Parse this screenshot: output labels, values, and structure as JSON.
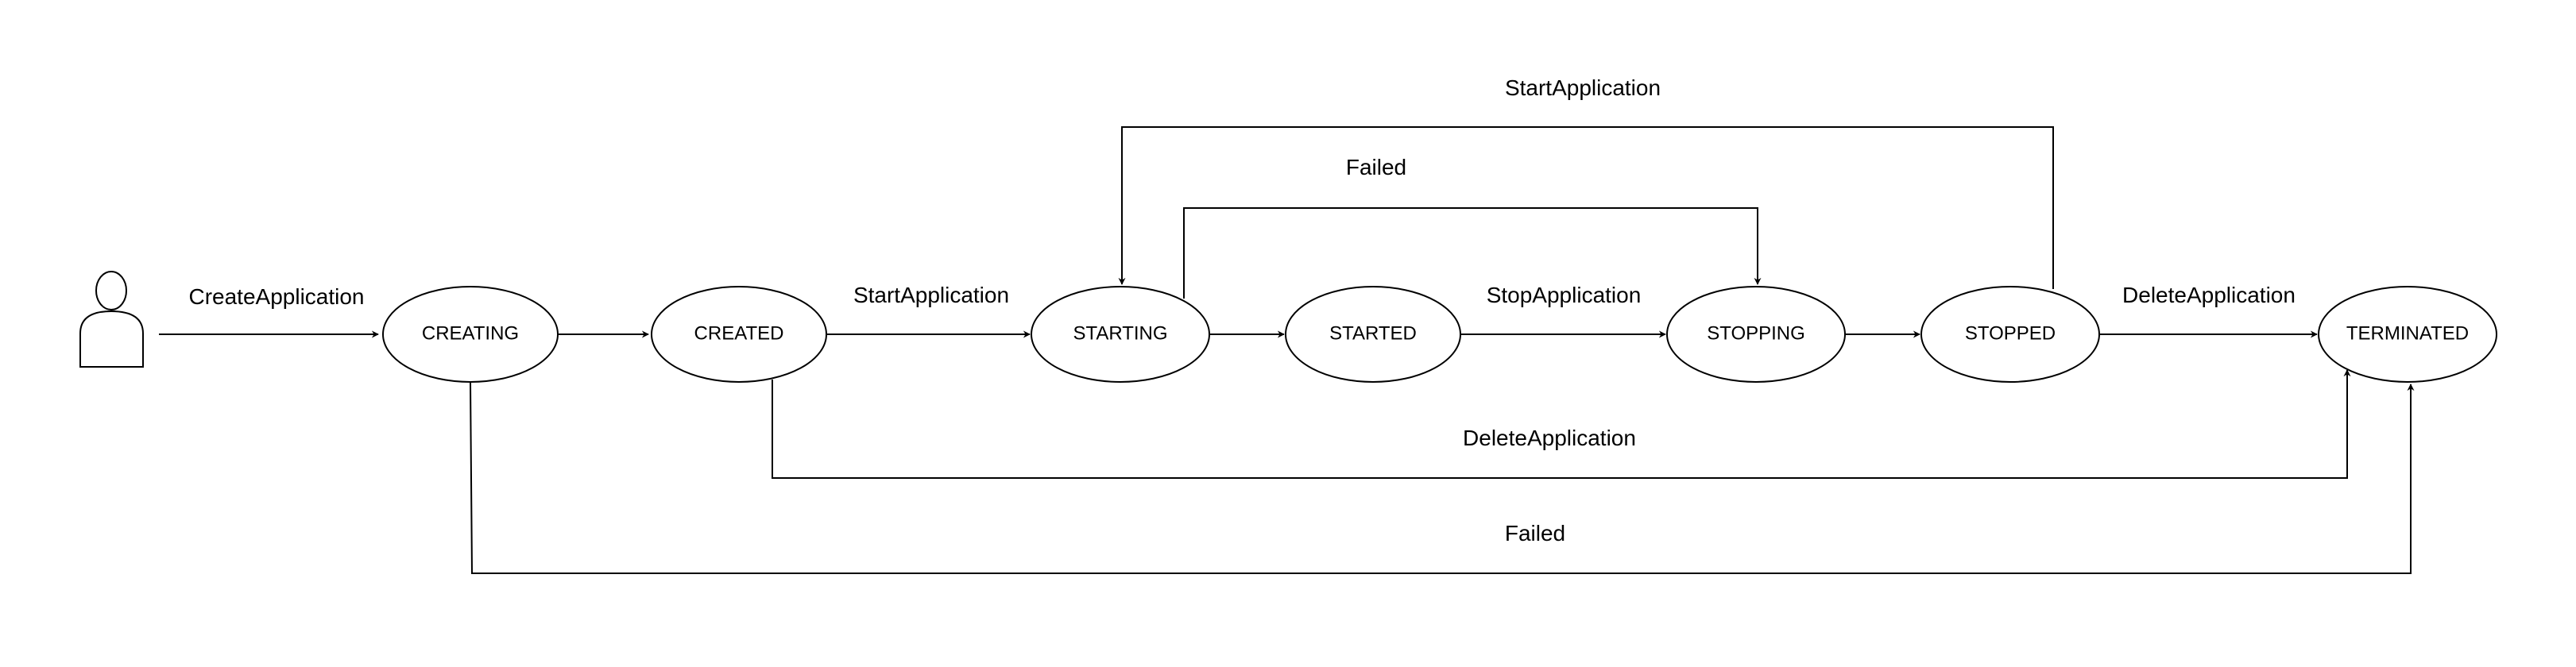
{
  "diagram": {
    "actor": {
      "icon": "user-icon"
    },
    "states": {
      "creating": "CREATING",
      "created": "CREATED",
      "starting": "STARTING",
      "started": "STARTED",
      "stopping": "STOPPING",
      "stopped": "STOPPED",
      "terminated": "TERMINATED"
    },
    "transitions": {
      "create_application": "CreateApplication",
      "start_application_from_created": "StartApplication",
      "stop_application": "StopApplication",
      "delete_application_from_stopped": "DeleteApplication",
      "start_application_from_stopped": "StartApplication",
      "failed_starting_to_stopping": "Failed",
      "delete_application_from_created": "DeleteApplication",
      "failed_creating_to_terminated": "Failed"
    },
    "colors": {
      "stroke": "#000000",
      "fill": "#ffffff",
      "background": "#ffffff"
    }
  }
}
